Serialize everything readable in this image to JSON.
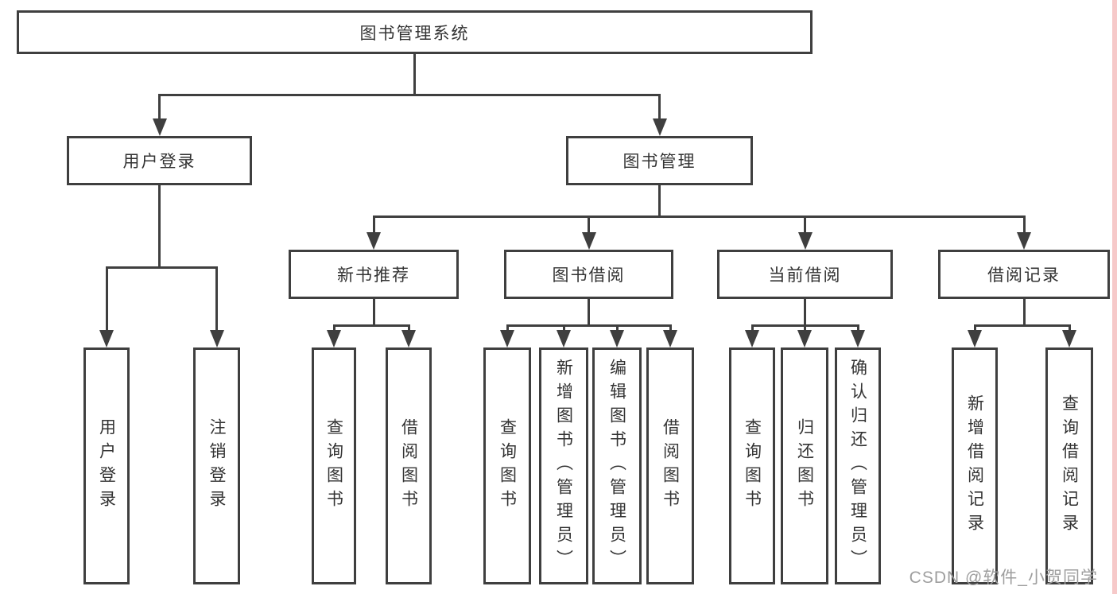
{
  "watermark": {
    "text": "CSDN @软件_小贺同学"
  },
  "colors": {
    "line": "#3f3f3f",
    "box_border": "#3f3f3f",
    "text": "#333333",
    "watermark": "#9e9e9e",
    "right_strip": "#f6c9c9",
    "background": "#ffffff"
  },
  "tree": {
    "id": "book-management-system",
    "label": "图书管理系统",
    "children": [
      {
        "id": "user-login",
        "label": "用户登录",
        "children": [
          {
            "id": "user-login-action",
            "label": "用户登录"
          },
          {
            "id": "logout-action",
            "label": "注销登录"
          }
        ]
      },
      {
        "id": "book-management",
        "label": "图书管理",
        "children": [
          {
            "id": "new-book-recommend",
            "label": "新书推荐",
            "children": [
              {
                "id": "nb-query-books",
                "label": "查询图书"
              },
              {
                "id": "nb-borrow-books",
                "label": "借阅图书"
              }
            ]
          },
          {
            "id": "book-borrowing",
            "label": "图书借阅",
            "children": [
              {
                "id": "bb-query-books",
                "label": "查询图书"
              },
              {
                "id": "bb-add-books",
                "label": "新增图书（管理员）"
              },
              {
                "id": "bb-edit-books",
                "label": "编辑图书（管理员）"
              },
              {
                "id": "bb-borrow-books",
                "label": "借阅图书"
              }
            ]
          },
          {
            "id": "current-borrowing",
            "label": "当前借阅",
            "children": [
              {
                "id": "cb-query-books",
                "label": "查询图书"
              },
              {
                "id": "cb-return-books",
                "label": "归还图书"
              },
              {
                "id": "cb-confirm-return",
                "label": "确认归还（管理员）"
              }
            ]
          },
          {
            "id": "borrow-records",
            "label": "借阅记录",
            "children": [
              {
                "id": "br-add-record",
                "label": "新增借阅记录"
              },
              {
                "id": "br-query-record",
                "label": "查询借阅记录"
              }
            ]
          }
        ]
      }
    ]
  }
}
